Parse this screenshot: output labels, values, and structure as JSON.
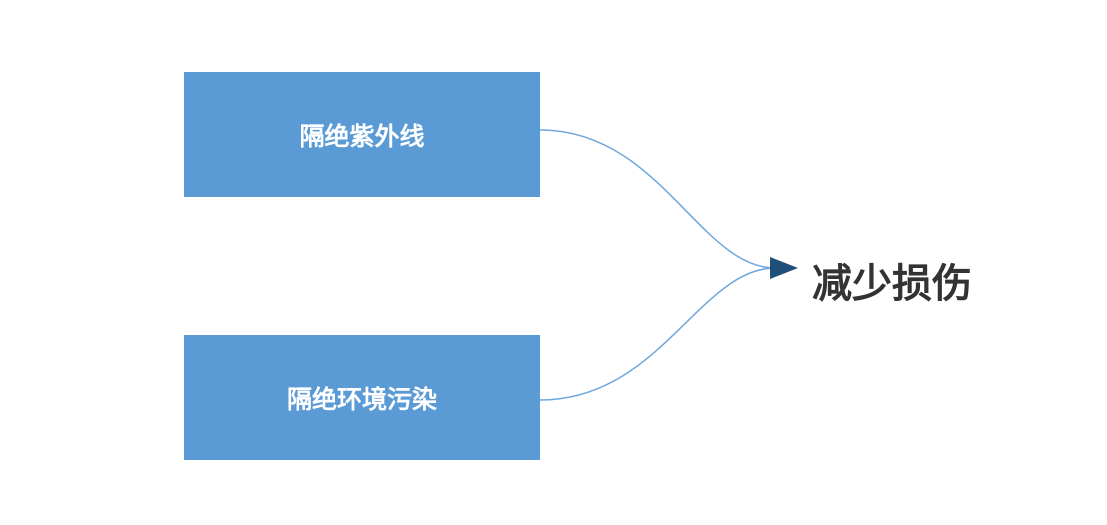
{
  "diagram": {
    "sources": [
      {
        "label": "隔绝紫外线"
      },
      {
        "label": "隔绝环境污染"
      }
    ],
    "result": {
      "label": "减少损伤"
    },
    "colors": {
      "box_fill": "#5b9bd5",
      "box_text": "#ffffff",
      "connector": "#6fa8dc",
      "arrowhead": "#1f4e79",
      "result_text": "#333333",
      "background": "#ffffff"
    }
  }
}
